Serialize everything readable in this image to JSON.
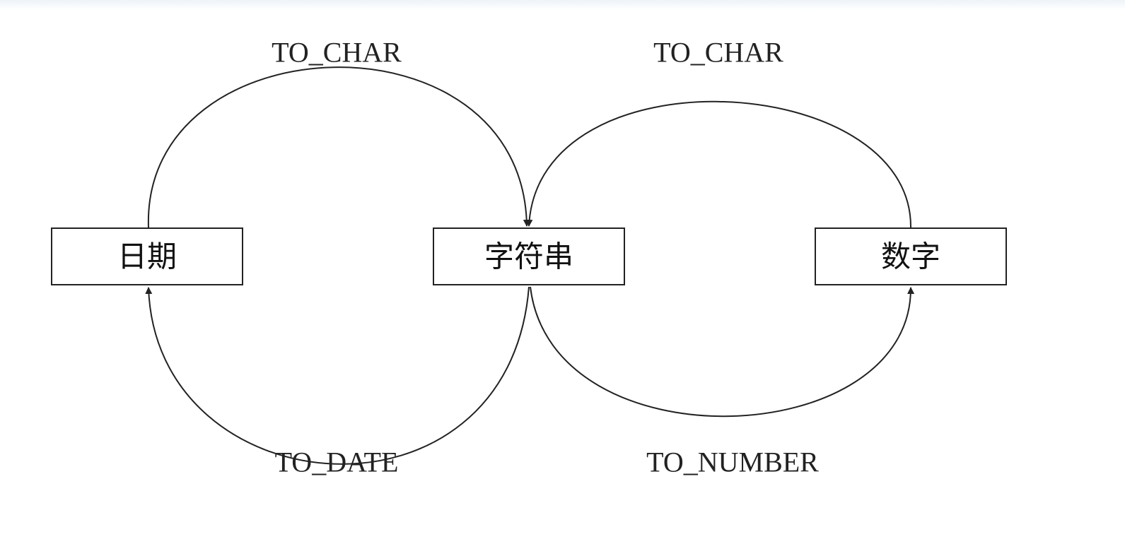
{
  "nodes": {
    "date": "日期",
    "string": "字符串",
    "number": "数字"
  },
  "edges": {
    "date_to_string": "TO_CHAR",
    "number_to_string": "TO_CHAR",
    "string_to_date": "TO_DATE",
    "string_to_number": "TO_NUMBER"
  }
}
